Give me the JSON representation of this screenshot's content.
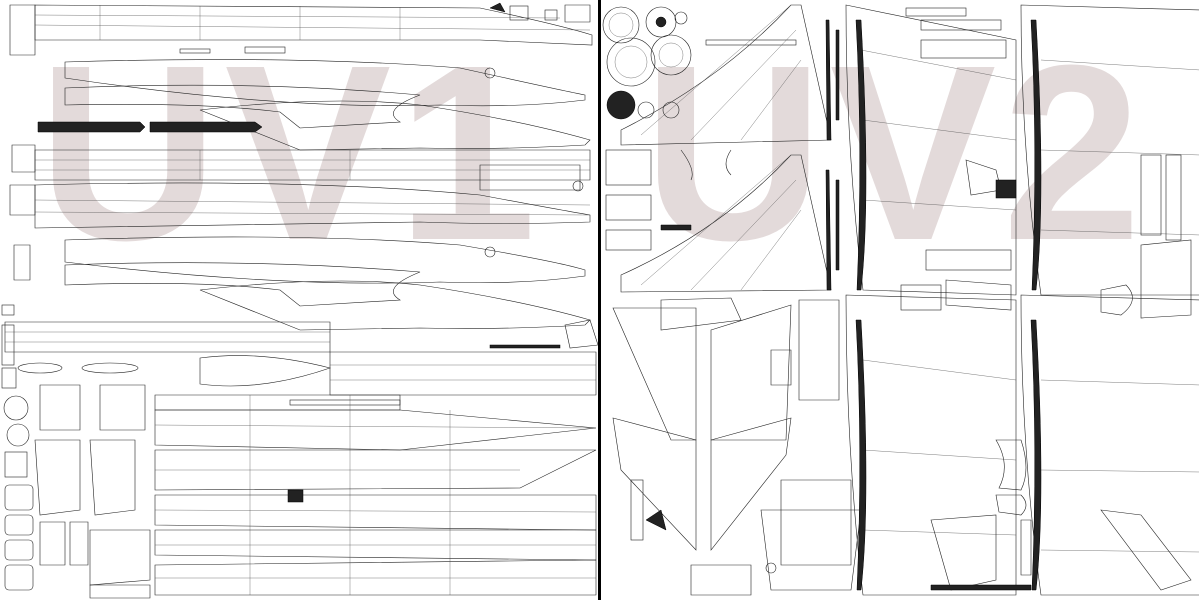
{
  "sheets": [
    {
      "id": "uv1",
      "label": "UV1"
    },
    {
      "id": "uv2",
      "label": "UV2"
    }
  ],
  "colors": {
    "background": "#ffffff",
    "wireframe": "#222222",
    "watermark": "#dfd4d4",
    "divider": "#000000"
  }
}
